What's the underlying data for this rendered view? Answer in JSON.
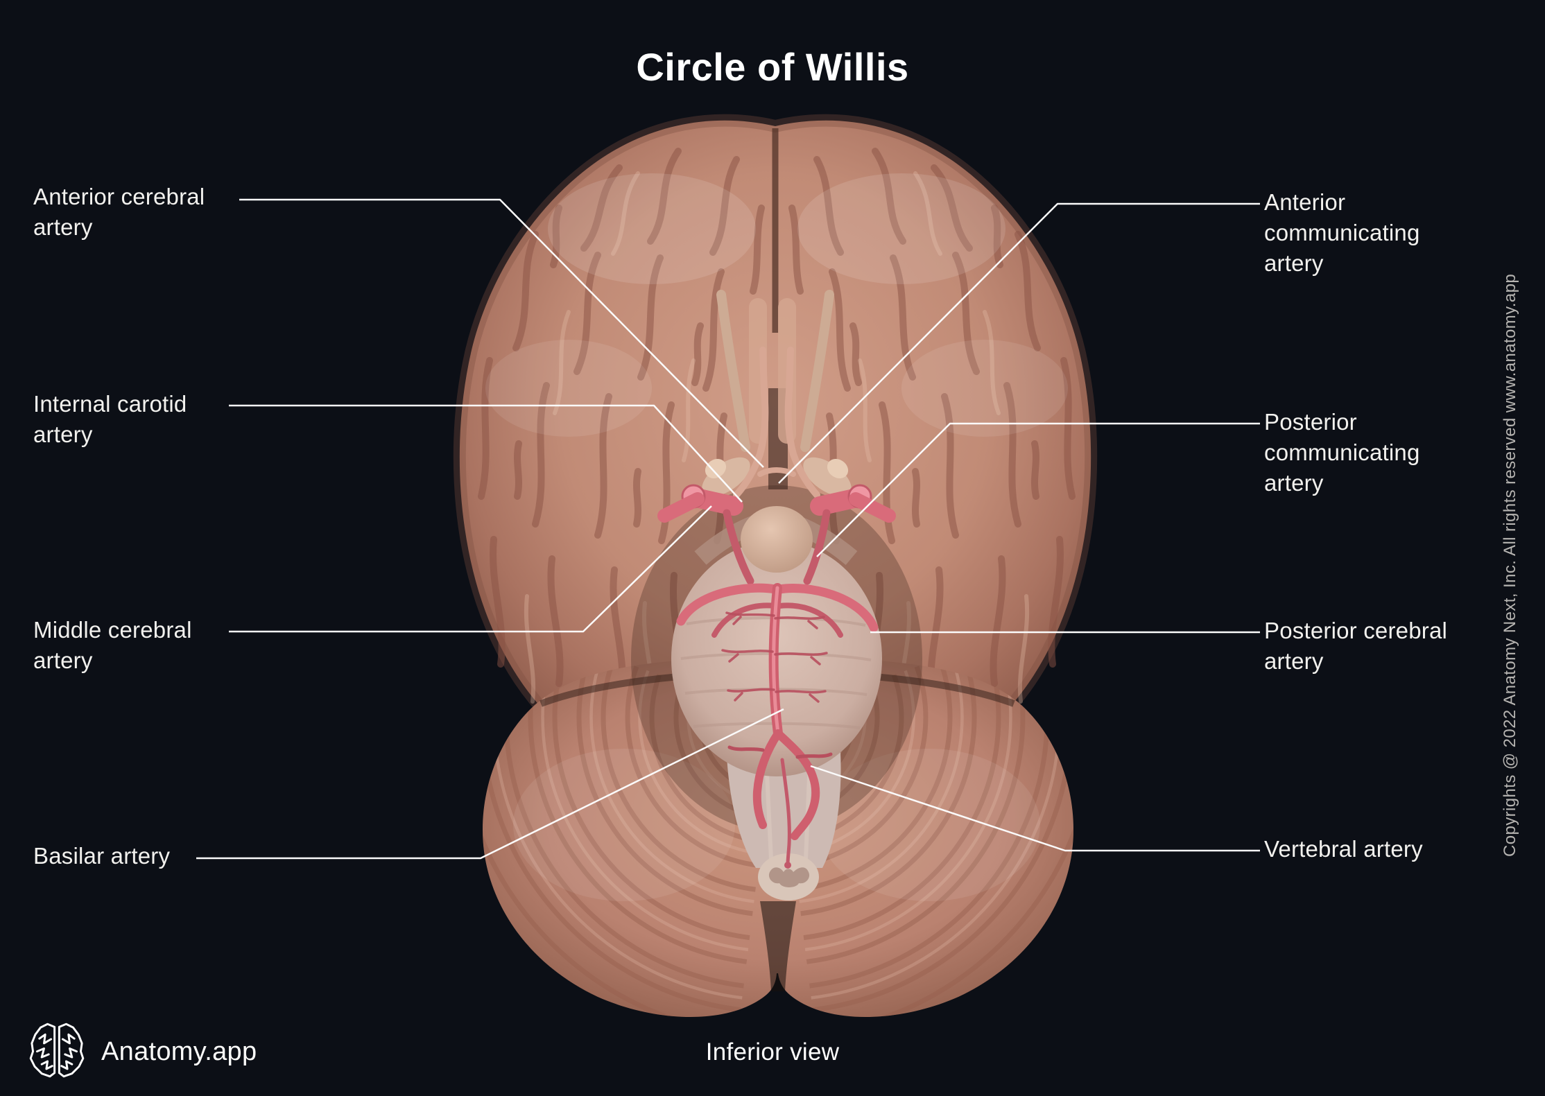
{
  "title": "Circle of Willis",
  "view_label": "Inferior view",
  "brand": {
    "name": "Anatomy.app"
  },
  "copyright": "Copyrights @ 2022 Anatomy Next, Inc. All rights reserved www.anatomy.app",
  "colors": {
    "background": "#0c0f16",
    "label_text": "#f2f1ee",
    "leader_line": "#fbfbfb",
    "copyright_text": "#b6b4b1",
    "artery_pink": "#d96b7a",
    "artery_dark": "#b84f5e",
    "brain_base": "#c18b76",
    "brainstem": "#d7bdb2"
  },
  "labels": {
    "left": [
      {
        "id": "anterior-cerebral-artery",
        "text": "Anterior cerebral\nartery"
      },
      {
        "id": "internal-carotid-artery",
        "text": "Internal carotid\nartery"
      },
      {
        "id": "middle-cerebral-artery",
        "text": "Middle cerebral\nartery"
      },
      {
        "id": "basilar-artery",
        "text": "Basilar artery"
      }
    ],
    "right": [
      {
        "id": "anterior-communicating-artery",
        "text": "Anterior\ncommunicating\nartery"
      },
      {
        "id": "posterior-communicating-artery",
        "text": "Posterior\ncommunicating\nartery"
      },
      {
        "id": "posterior-cerebral-artery",
        "text": "Posterior cerebral\nartery"
      },
      {
        "id": "vertebral-artery",
        "text": "Vertebral artery"
      }
    ]
  }
}
